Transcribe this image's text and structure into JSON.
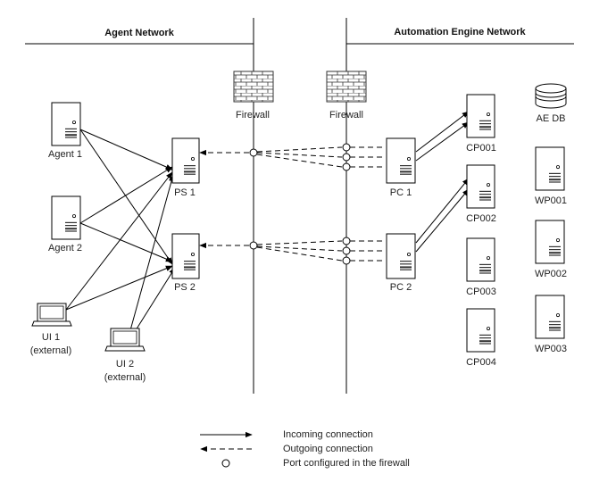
{
  "headers": {
    "agent_network": "Agent Network",
    "ae_network": "Automation Engine Network"
  },
  "firewalls": [
    {
      "label": "Firewall"
    },
    {
      "label": "Firewall"
    }
  ],
  "agents": [
    {
      "label": "Agent 1"
    },
    {
      "label": "Agent 2"
    }
  ],
  "ui_clients": [
    {
      "label": "UI 1",
      "sublabel": "(external)"
    },
    {
      "label": "UI 2",
      "sublabel": "(external)"
    }
  ],
  "proxy_servers": [
    {
      "label": "PS 1"
    },
    {
      "label": "PS 2"
    }
  ],
  "proxy_clients": [
    {
      "label": "PC 1"
    },
    {
      "label": "PC 2"
    }
  ],
  "communication_processes": [
    {
      "label": "CP001"
    },
    {
      "label": "CP002"
    },
    {
      "label": "CP003"
    },
    {
      "label": "CP004"
    }
  ],
  "database": {
    "label": "AE DB"
  },
  "work_processes": [
    {
      "label": "WP001"
    },
    {
      "label": "WP002"
    },
    {
      "label": "WP003"
    }
  ],
  "legend": {
    "incoming": "Incoming connection",
    "outgoing": "Outgoing connection",
    "port": "Port configured in the firewall"
  }
}
